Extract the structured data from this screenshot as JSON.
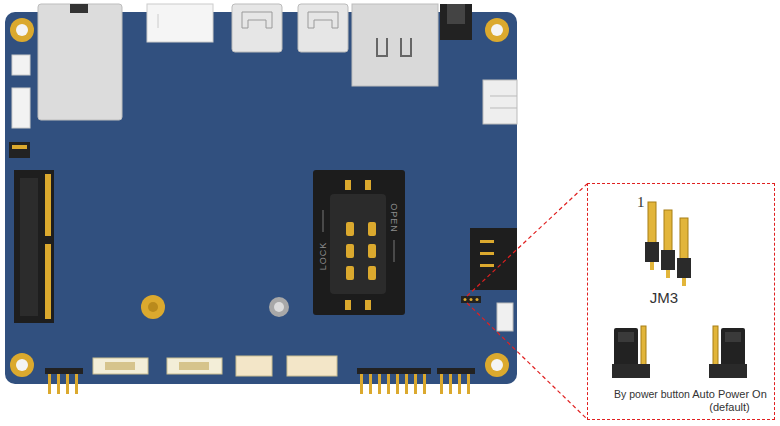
{
  "diagram": {
    "nodes": [
      {
        "text": [
          "1",
          "JM3",
          "By power button",
          "Auto Power On (default)"
        ]
      }
    ],
    "labels": [
      "OPEN",
      "LOCK"
    ]
  }
}
